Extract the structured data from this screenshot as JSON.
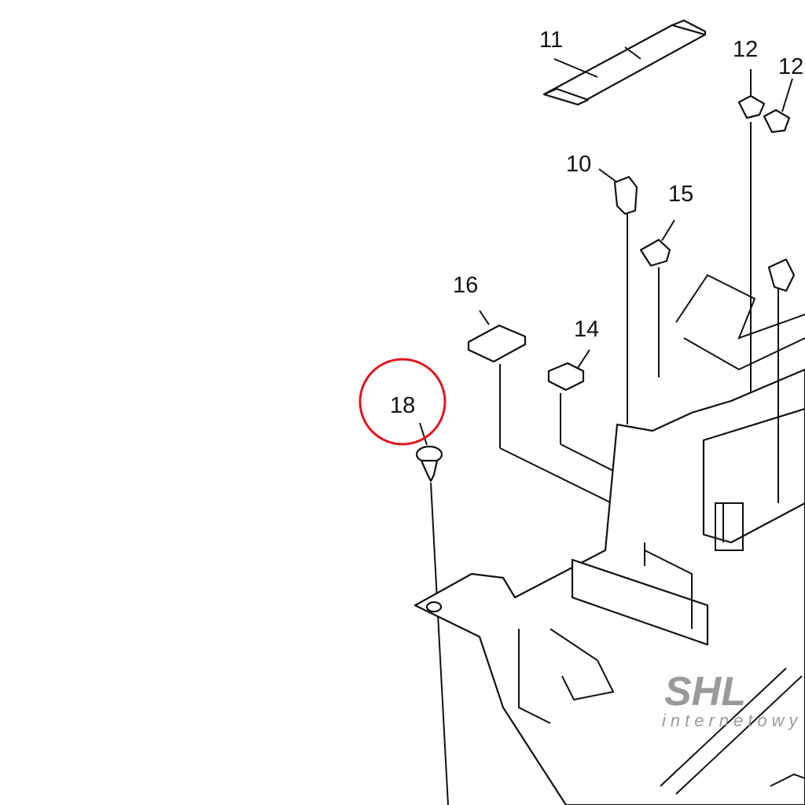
{
  "diagram": {
    "callouts": [
      {
        "id": "11",
        "label": "11"
      },
      {
        "id": "12a",
        "label": "12"
      },
      {
        "id": "12b",
        "label": "12"
      },
      {
        "id": "10",
        "label": "10"
      },
      {
        "id": "15",
        "label": "15"
      },
      {
        "id": "16",
        "label": "16"
      },
      {
        "id": "14",
        "label": "14"
      },
      {
        "id": "18",
        "label": "18"
      }
    ],
    "highlight": {
      "target": "18",
      "color": "#e0141e"
    },
    "watermark": {
      "brand": "SHL",
      "tagline": "internetowy"
    }
  }
}
